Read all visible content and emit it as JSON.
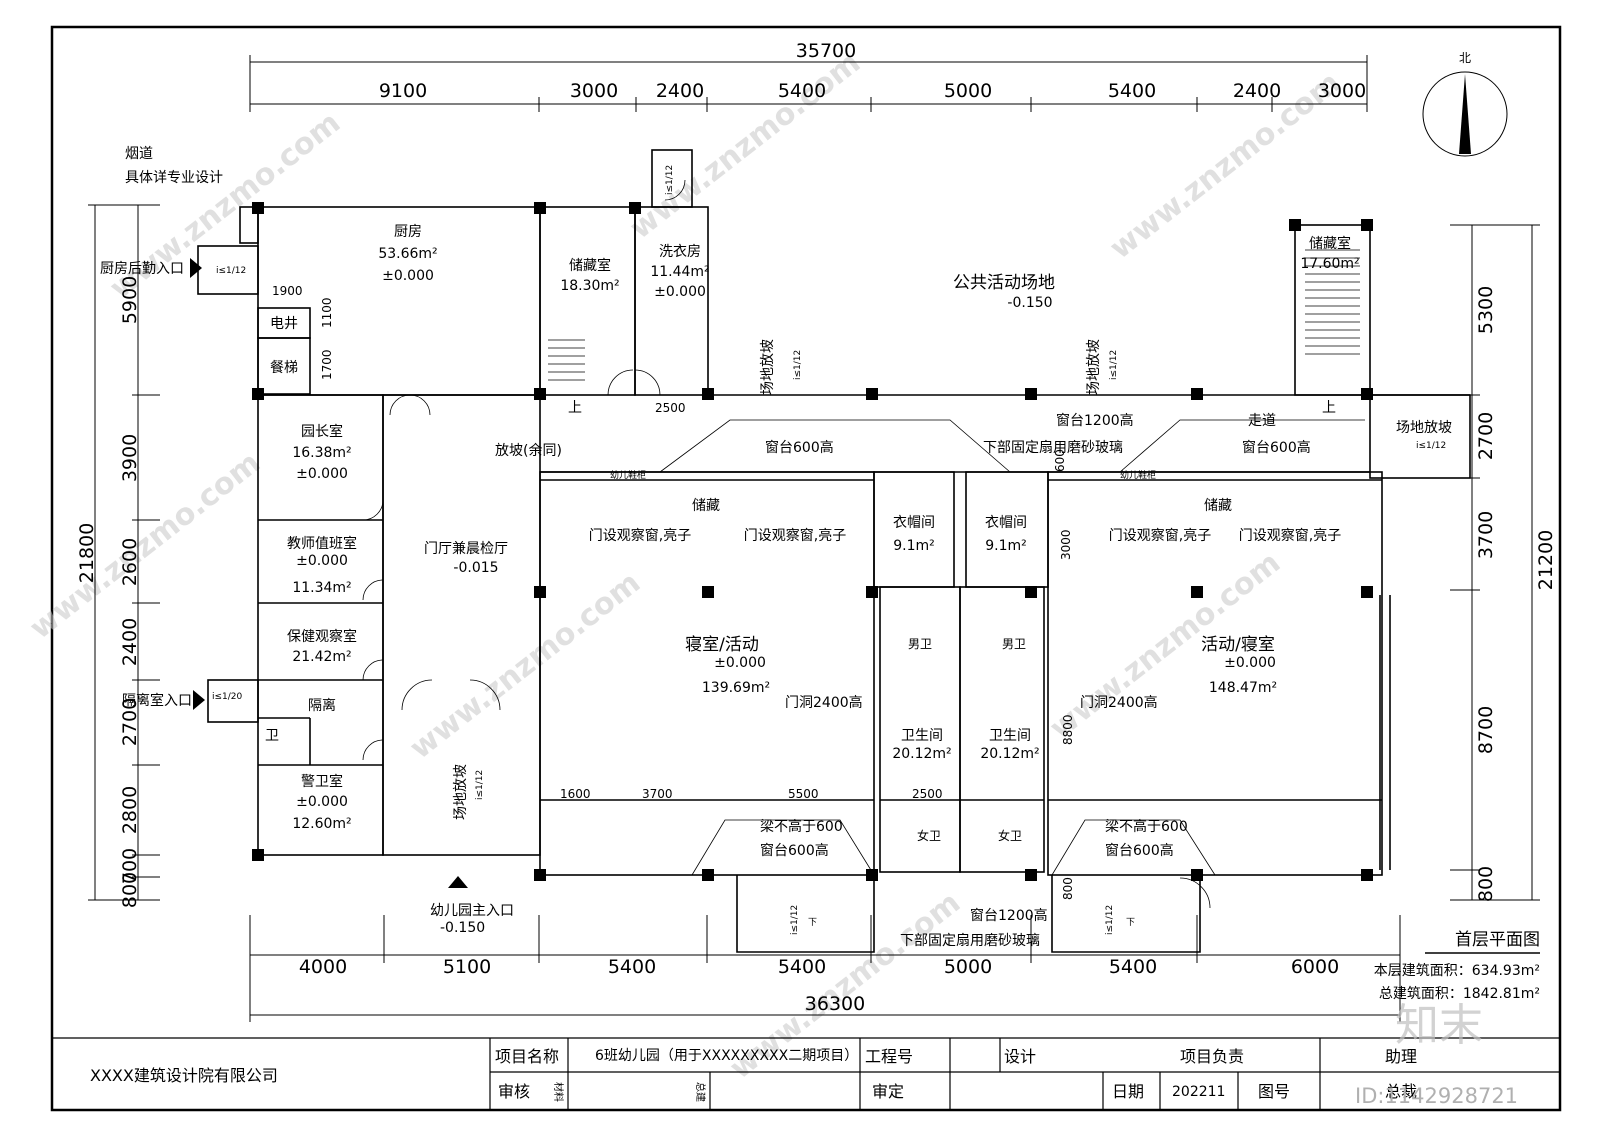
{
  "north": {
    "label": "北"
  },
  "dims": {
    "top_total": "35700",
    "top_segments": [
      "9100",
      "3000",
      "2400",
      "5400",
      "5000",
      "5400",
      "2400",
      "3000"
    ],
    "bottom_segments": [
      "4000",
      "5100",
      "5400",
      "5400",
      "5000",
      "5400",
      "6000"
    ],
    "bottom_total": "36300",
    "left_total": "21800",
    "left_segments": [
      "5900",
      "3900",
      "2600",
      "2400",
      "2700",
      "2800",
      "700",
      "800"
    ],
    "right_total": "21200",
    "right_segments": [
      "5300",
      "2700",
      "3700",
      "8700",
      "800"
    ],
    "inner": {
      "d1900": "1900",
      "d1100": "1100",
      "d1700": "1700",
      "d2500a": "2500",
      "d1600": "1600",
      "d3700": "3700",
      "d5500": "5500",
      "d2500b": "2500",
      "d3000": "3000",
      "d8800": "8800",
      "d600": "600",
      "d800": "800"
    }
  },
  "notes": {
    "flue_1": "烟道",
    "flue_2": "具体详专业设计",
    "kitchen_entry": "厨房后勤入口",
    "isolation_entry": "隔离室入口",
    "main_entry": "幼儿园主入口",
    "main_entry_level": "-0.150",
    "slope_12": "i≤1/12",
    "slope_20": "i≤1/20",
    "public_area": "公共活动场地",
    "public_level": "-0.150",
    "site_ramp": "场地放坡",
    "slope_rest": "放坡(余同)",
    "sill600": "窗台600高",
    "sill1200": "窗台1200高",
    "frosted": "下部固定扇用磨砂玻璃",
    "corridor": "走道",
    "shoe": "幼儿鞋柜",
    "storage": "储藏",
    "obs_window": "门设观察窗,亮子",
    "door2400": "门洞2400高",
    "beam600": "梁不高于600",
    "up": "上",
    "down": "下"
  },
  "rooms": {
    "kitchen": {
      "name": "厨房",
      "area": "53.66m²",
      "level": "±0.000"
    },
    "storage1": {
      "name": "储藏室",
      "area": "18.30m²"
    },
    "laundry": {
      "name": "洗衣房",
      "area": "11.44m²",
      "level": "±0.000"
    },
    "storage2": {
      "name": "储藏室",
      "area": "17.60m²"
    },
    "elec": {
      "name": "电井"
    },
    "dumb": {
      "name": "餐梯"
    },
    "director": {
      "name": "园长室",
      "area": "16.38m²",
      "level": "±0.000"
    },
    "duty": {
      "name": "教师值班室",
      "area": "11.34m²",
      "level": "±0.000"
    },
    "health": {
      "name": "保健观察室",
      "area": "21.42m²"
    },
    "isolation": {
      "name": "隔离"
    },
    "wc": {
      "name": "卫"
    },
    "guard": {
      "name": "警卫室",
      "area": "12.60m²",
      "level": "±0.000"
    },
    "lobby": {
      "name": "门厅兼晨检厅",
      "level": "-0.015"
    },
    "sleep1": {
      "name": "寝室/活动",
      "level": "±0.000",
      "area": "139.69m²"
    },
    "sleep2": {
      "name": "活动/寝室",
      "level": "±0.000",
      "area": "148.47m²"
    },
    "cloak1": {
      "name": "衣帽间",
      "area": "9.1m²"
    },
    "cloak2": {
      "name": "衣帽间",
      "area": "9.1m²"
    },
    "toilet1": {
      "name": "卫生间",
      "area": "20.12m²"
    },
    "toilet2": {
      "name": "卫生间",
      "area": "20.12m²"
    },
    "male": "男卫",
    "female": "女卫"
  },
  "summary": {
    "title": "首层平面图",
    "floor_area": "本层建筑面积：634.93m²",
    "total_area": "总建筑面积：1842.81m²"
  },
  "title_block": {
    "company": "XXXX建筑设计院有限公司",
    "project_name_label": "项目名称",
    "project_name": "6班幼儿园（用于XXXXXXXXX二期项目）",
    "project_no_label": "工程号",
    "design_label": "设计",
    "manager_label": "项目负责",
    "assistant_label": "助理",
    "review_label": "审核",
    "material_label": "材料",
    "general_label": "总建",
    "approve_label": "审定",
    "date_label": "日期",
    "date": "202211",
    "drawing_no_label": "图号",
    "chief_label": "总裁"
  },
  "watermark": {
    "site": "www.znzmo.com",
    "brand": "知末",
    "id": "ID:1142928721"
  }
}
